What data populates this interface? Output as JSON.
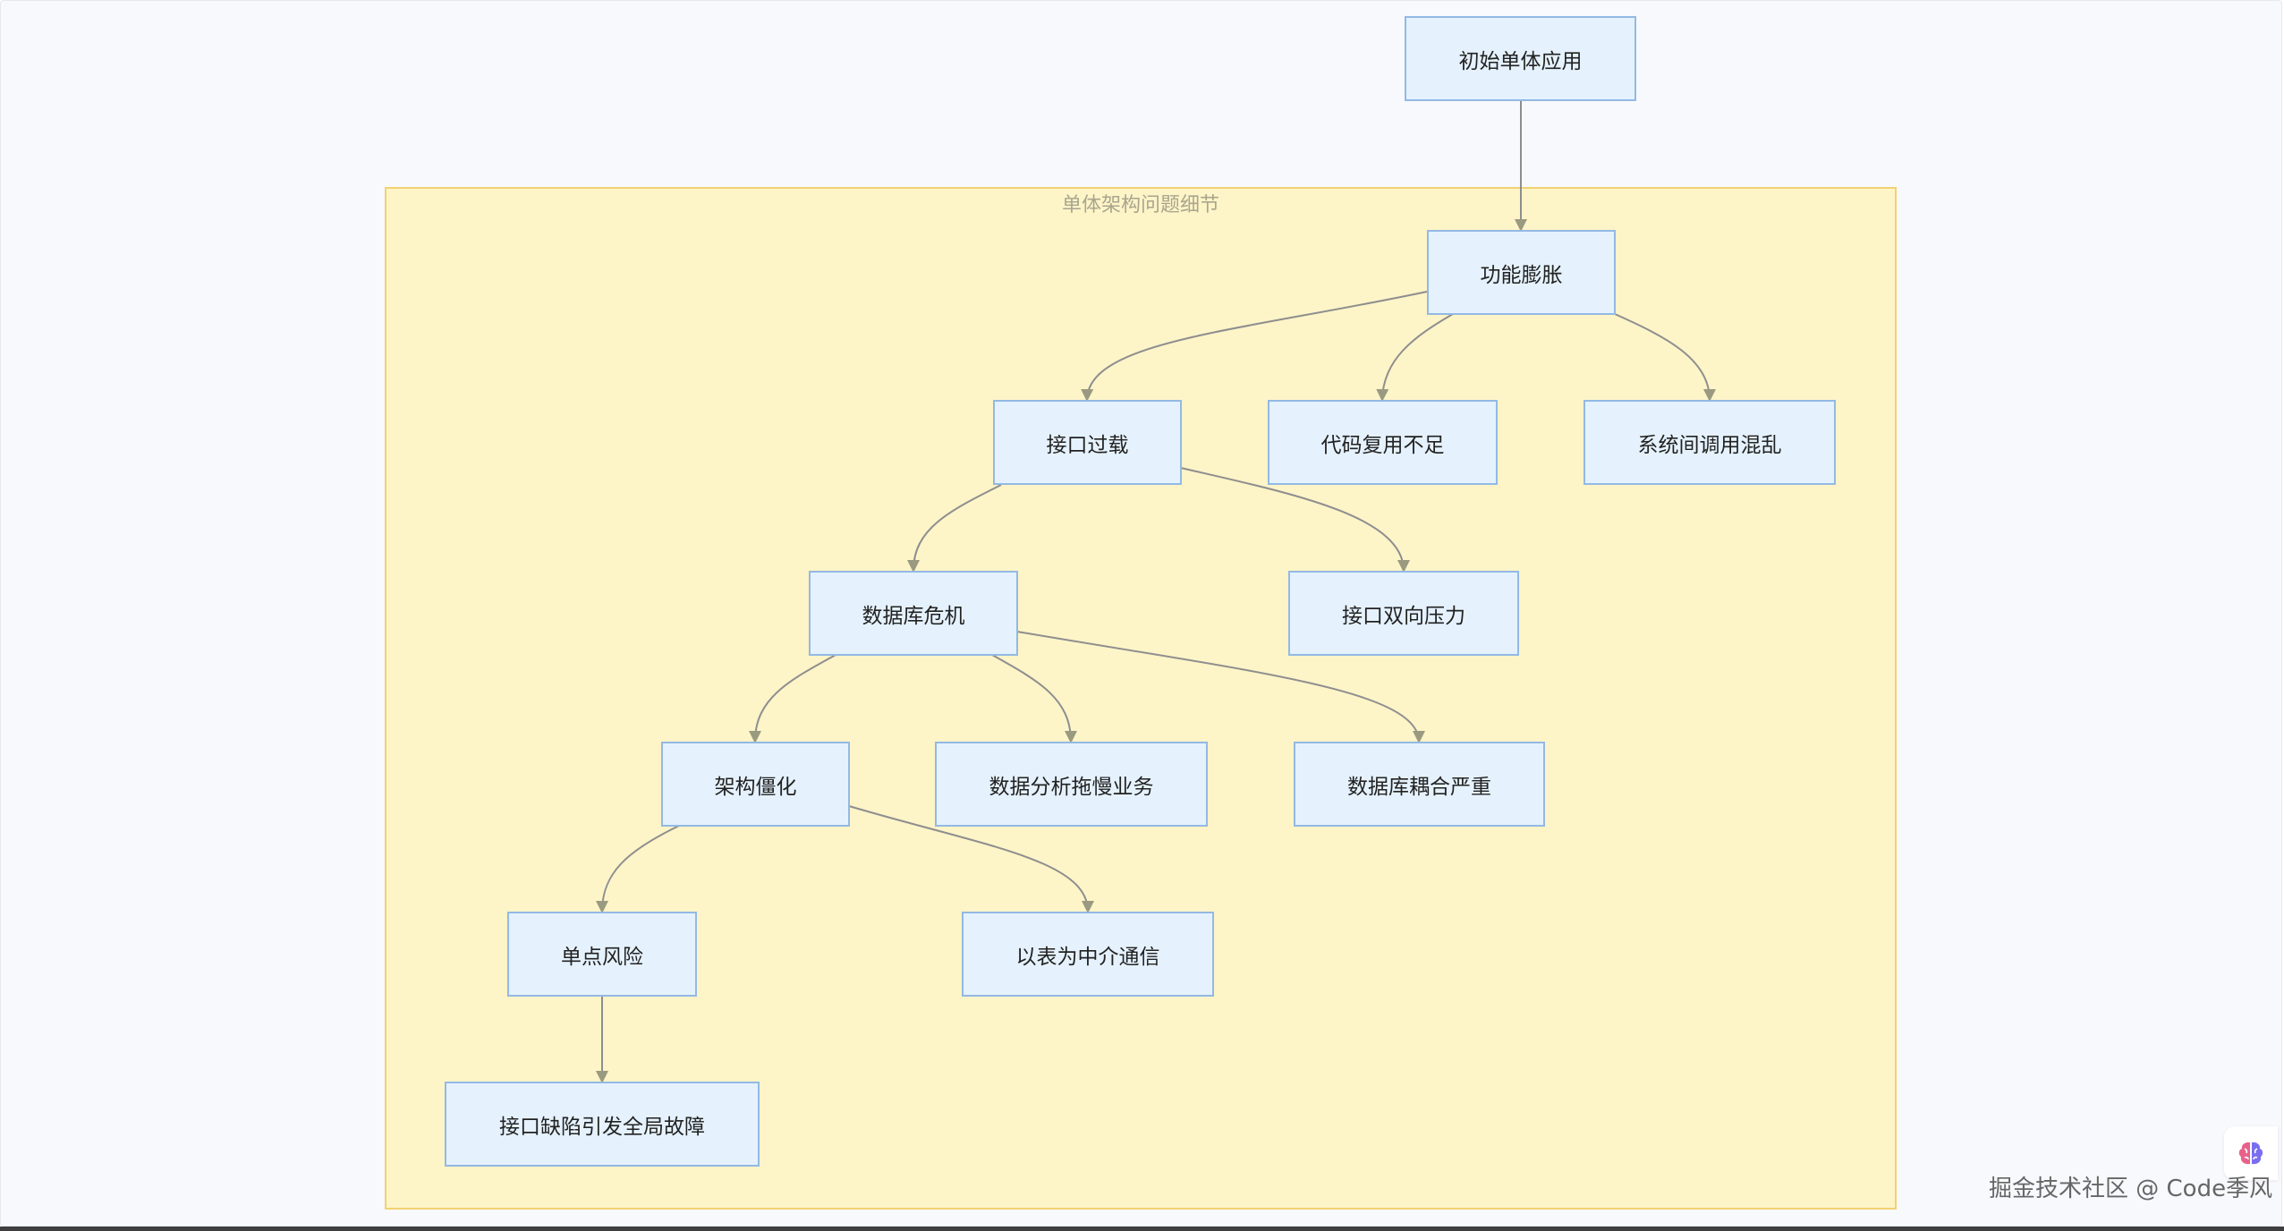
{
  "diagram": {
    "subgraph_title": "单体架构问题细节",
    "nodes": {
      "start": "初始单体应用",
      "bloat": "功能膨胀",
      "api_overload": "接口过载",
      "code_reuse": "代码复用不足",
      "call_chaos": "系统间调用混乱",
      "db_crisis": "数据库危机",
      "api_pressure": "接口双向压力",
      "rigid": "架构僵化",
      "analytics_slow": "数据分析拖慢业务",
      "db_coupling": "数据库耦合严重",
      "spof": "单点风险",
      "table_comm": "以表为中介通信",
      "global_failure": "接口缺陷引发全局故障"
    },
    "edges": [
      [
        "start",
        "bloat"
      ],
      [
        "bloat",
        "api_overload"
      ],
      [
        "bloat",
        "code_reuse"
      ],
      [
        "bloat",
        "call_chaos"
      ],
      [
        "api_overload",
        "db_crisis"
      ],
      [
        "api_overload",
        "api_pressure"
      ],
      [
        "db_crisis",
        "rigid"
      ],
      [
        "db_crisis",
        "analytics_slow"
      ],
      [
        "db_crisis",
        "db_coupling"
      ],
      [
        "rigid",
        "spof"
      ],
      [
        "rigid",
        "table_comm"
      ],
      [
        "spof",
        "global_failure"
      ]
    ],
    "colors": {
      "node_fill": "#e5f2fd",
      "node_border": "#93b9e4",
      "subgraph_fill": "#fdf4c8",
      "subgraph_border": "#f1d271",
      "edge": "#8e8e8e"
    }
  },
  "watermark": "掘金技术社区 @ Code季风",
  "badge_icon": "brain-icon"
}
